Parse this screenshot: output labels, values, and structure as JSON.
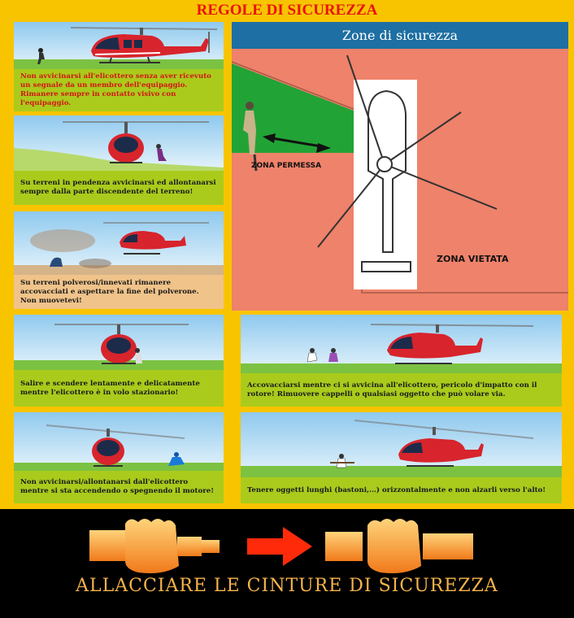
{
  "title": "REGOLE DI SICUREZZA",
  "zones": {
    "title": "Zone di sicurezza",
    "allowed_label": "ZONA PERMESSA",
    "forbidden_label": "ZONA VIETATA"
  },
  "panels": [
    {
      "text": "Non avvicinarsi all'elicottero senza aver ricevuto un segnale da un membro dell'equipaggio. Rimanere sempre in contatto visivo con l'equipaggio."
    },
    {
      "text": "Su terreni in pendenza avvicinarsi ed allontanarsi sempre dalla parte discendente del terreno!"
    },
    {
      "text": "Su terreni polverosi/innevati rimanere accovacciati e aspettare la fine del polverone. Non muovetevi!"
    },
    {
      "text": "Salire e scendere lentamente e delicatamente mentre l'elicottero è in volo stazionario!"
    },
    {
      "text": "Accovacciarsi mentre ci si avvicina all'elicottero, pericolo d'impatto con il rotore! Rimuovere cappelli o qualsiasi oggetto che può volare via."
    },
    {
      "text": "Non avvicinarsi/allontanarsi dall'elicottero mentre  si sta accendendo o spegnendo il motore!"
    },
    {
      "text": "Tenere oggetti lunghi (bastoni,...) orizzontalmente e non alzarli verso l'alto!"
    }
  ],
  "belt": {
    "text": "ALLACCIARE LE CINTURE DI SICUREZZA",
    "icon": "seatbelt-buckle-icon"
  },
  "colors": {
    "background": "#f8c400",
    "title_red": "#e8140c",
    "caption_green": "#aacb1c",
    "zone_forbidden": "#ef826a",
    "zone_allowed": "#22a336",
    "zones_header": "#1e6fa3",
    "belt_orange": "#f7b34a"
  }
}
